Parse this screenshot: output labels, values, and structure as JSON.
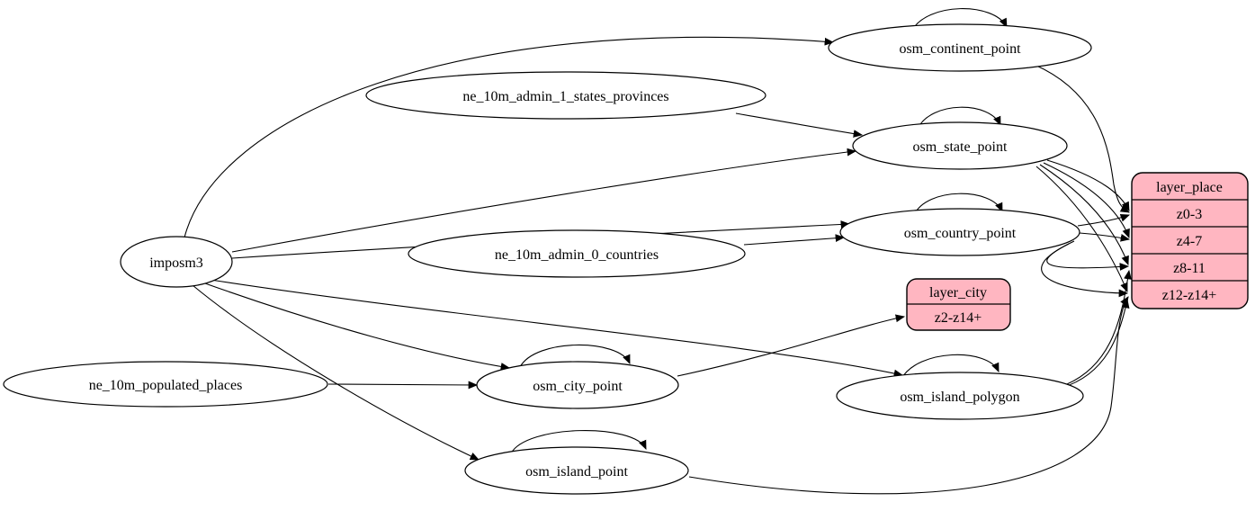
{
  "diagram": {
    "kind": "etl-graph",
    "nodes": {
      "imposm3": {
        "label": "imposm3"
      },
      "ne_10m_admin_1_states_provinces": {
        "label": "ne_10m_admin_1_states_provinces"
      },
      "ne_10m_admin_0_countries": {
        "label": "ne_10m_admin_0_countries"
      },
      "ne_10m_populated_places": {
        "label": "ne_10m_populated_places"
      },
      "osm_continent_point": {
        "label": "osm_continent_point"
      },
      "osm_state_point": {
        "label": "osm_state_point"
      },
      "osm_country_point": {
        "label": "osm_country_point"
      },
      "osm_city_point": {
        "label": "osm_city_point"
      },
      "osm_island_polygon": {
        "label": "osm_island_polygon"
      },
      "osm_island_point": {
        "label": "osm_island_point"
      }
    },
    "records": {
      "layer_place": {
        "title": "layer_place",
        "rows": [
          "z0-3",
          "z4-7",
          "z8-11",
          "z12-z14+"
        ]
      },
      "layer_city": {
        "title": "layer_city",
        "rows": [
          "z2-z14+"
        ]
      }
    },
    "colors": {
      "record_fill": "#ffb6c1",
      "node_fill": "#ffffff",
      "edge_stroke": "#000000",
      "background": "#ffffff"
    },
    "edges": [
      {
        "from": "imposm3",
        "to": "osm_continent_point"
      },
      {
        "from": "imposm3",
        "to": "osm_state_point"
      },
      {
        "from": "imposm3",
        "to": "osm_country_point"
      },
      {
        "from": "imposm3",
        "to": "osm_city_point"
      },
      {
        "from": "imposm3",
        "to": "osm_island_polygon"
      },
      {
        "from": "imposm3",
        "to": "osm_island_point"
      },
      {
        "from": "ne_10m_admin_1_states_provinces",
        "to": "osm_state_point"
      },
      {
        "from": "ne_10m_admin_0_countries",
        "to": "osm_country_point"
      },
      {
        "from": "ne_10m_populated_places",
        "to": "osm_city_point"
      },
      {
        "from": "osm_continent_point",
        "to": "osm_continent_point"
      },
      {
        "from": "osm_state_point",
        "to": "osm_state_point"
      },
      {
        "from": "osm_country_point",
        "to": "osm_country_point"
      },
      {
        "from": "osm_city_point",
        "to": "osm_city_point"
      },
      {
        "from": "osm_island_polygon",
        "to": "osm_island_polygon"
      },
      {
        "from": "osm_island_point",
        "to": "osm_island_point"
      },
      {
        "from": "osm_continent_point",
        "to": "layer_place",
        "row": "z0-3"
      },
      {
        "from": "osm_state_point",
        "to": "layer_place",
        "row": "z0-3"
      },
      {
        "from": "osm_state_point",
        "to": "layer_place",
        "row": "z4-7"
      },
      {
        "from": "osm_state_point",
        "to": "layer_place",
        "row": "z8-11"
      },
      {
        "from": "osm_state_point",
        "to": "layer_place",
        "row": "z12-z14+"
      },
      {
        "from": "osm_country_point",
        "to": "layer_place",
        "row": "z0-3"
      },
      {
        "from": "osm_country_point",
        "to": "layer_place",
        "row": "z4-7"
      },
      {
        "from": "osm_country_point",
        "to": "layer_place",
        "row": "z8-11"
      },
      {
        "from": "osm_country_point",
        "to": "layer_place",
        "row": "z12-z14+"
      },
      {
        "from": "osm_island_polygon",
        "to": "layer_place",
        "row": "z8-11"
      },
      {
        "from": "osm_island_polygon",
        "to": "layer_place",
        "row": "z12-z14+"
      },
      {
        "from": "osm_island_point",
        "to": "layer_place",
        "row": "z12-z14+"
      },
      {
        "from": "osm_city_point",
        "to": "layer_city",
        "row": "z2-z14+"
      }
    ]
  }
}
